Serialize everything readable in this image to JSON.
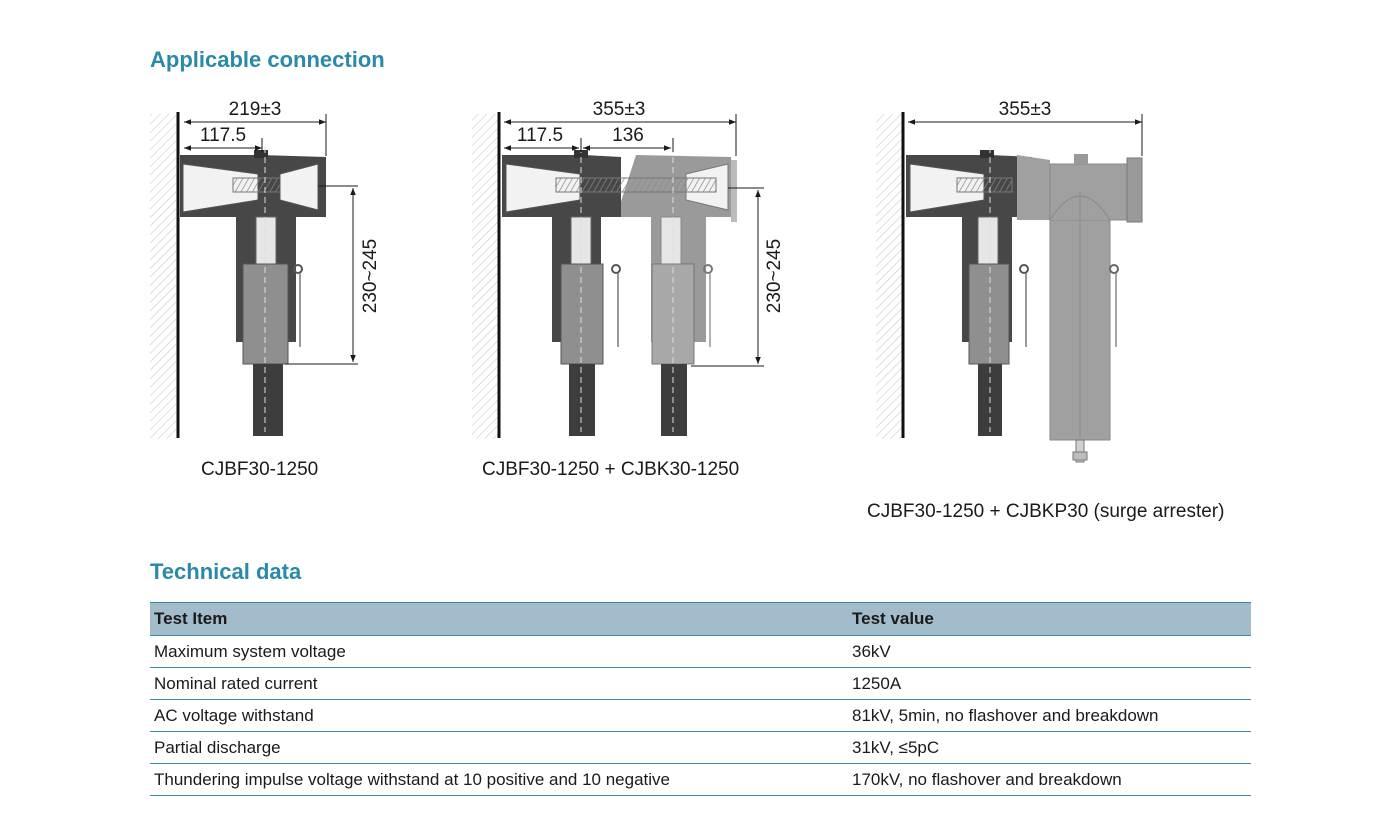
{
  "sections": {
    "applicable": "Applicable connection",
    "technical": "Technical data"
  },
  "diagrams": [
    {
      "caption": "CJBF30-1250",
      "dim_total": "219±3",
      "dim_a": "117.5",
      "dim_vertical": "230~245"
    },
    {
      "caption": "CJBF30-1250 + CJBK30-1250",
      "dim_total": "355±3",
      "dim_a": "117.5",
      "dim_b": "136",
      "dim_vertical": "230~245"
    },
    {
      "caption": "CJBF30-1250 + CJBKP30 (surge arrester)",
      "dim_total": "355±3"
    }
  ],
  "table": {
    "headers": [
      "Test Item",
      "Test value"
    ],
    "rows": [
      [
        "Maximum system voltage",
        "36kV"
      ],
      [
        "Nominal rated current",
        "1250A"
      ],
      [
        "AC voltage withstand",
        "81kV, 5min, no flashover and breakdown"
      ],
      [
        "Partial discharge",
        "31kV, ≤5pC"
      ],
      [
        "Thundering impulse voltage withstand at 10 positive and 10 negative",
        "170kV, no flashover and breakdown"
      ]
    ]
  },
  "colors": {
    "title": "#2a8aa8",
    "table_header": "#a3bccb",
    "table_rule": "#3a8aa4"
  }
}
